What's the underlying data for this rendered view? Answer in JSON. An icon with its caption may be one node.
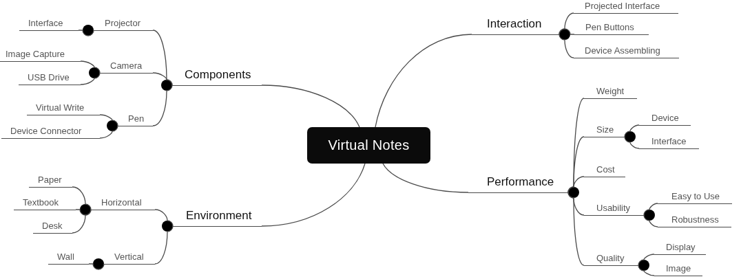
{
  "diagram": {
    "nodes": [
      {
        "text": [
          "Virtual Notes"
        ]
      },
      {
        "text": [
          "Components"
        ]
      },
      {
        "text": [
          "Projector"
        ]
      },
      {
        "text": [
          "Interface"
        ]
      },
      {
        "text": [
          "Camera"
        ]
      },
      {
        "text": [
          "Image Capture"
        ]
      },
      {
        "text": [
          "USB Drive"
        ]
      },
      {
        "text": [
          "Pen"
        ]
      },
      {
        "text": [
          "Virtual Write"
        ]
      },
      {
        "text": [
          "Device Connector"
        ]
      },
      {
        "text": [
          "Interaction"
        ]
      },
      {
        "text": [
          "Projected Interface"
        ]
      },
      {
        "text": [
          "Pen Buttons"
        ]
      },
      {
        "text": [
          "Device Assembling"
        ]
      },
      {
        "text": [
          "Environment"
        ]
      },
      {
        "text": [
          "Horizontal"
        ]
      },
      {
        "text": [
          "Paper"
        ]
      },
      {
        "text": [
          "Textbook"
        ]
      },
      {
        "text": [
          "Desk"
        ]
      },
      {
        "text": [
          "Vertical"
        ]
      },
      {
        "text": [
          "Wall"
        ]
      },
      {
        "text": [
          "Performance"
        ]
      },
      {
        "text": [
          "Weight"
        ]
      },
      {
        "text": [
          "Size"
        ]
      },
      {
        "text": [
          "Device"
        ]
      },
      {
        "text": [
          "Interface"
        ]
      },
      {
        "text": [
          "Cost"
        ]
      },
      {
        "text": [
          "Usability"
        ]
      },
      {
        "text": [
          "Easy to Use"
        ]
      },
      {
        "text": [
          "Robustness"
        ]
      },
      {
        "text": [
          "Quality"
        ]
      },
      {
        "text": [
          "Display"
        ]
      },
      {
        "text": [
          "Image"
        ]
      }
    ],
    "edges": [
      {
        "from": 0,
        "to": 1,
        "arrow": "none"
      },
      {
        "from": 1,
        "to": 2,
        "arrow": "none"
      },
      {
        "from": 2,
        "to": 3,
        "arrow": "none"
      },
      {
        "from": 1,
        "to": 4,
        "arrow": "none"
      },
      {
        "from": 4,
        "to": 5,
        "arrow": "none"
      },
      {
        "from": 4,
        "to": 6,
        "arrow": "none"
      },
      {
        "from": 1,
        "to": 7,
        "arrow": "none"
      },
      {
        "from": 7,
        "to": 8,
        "arrow": "none"
      },
      {
        "from": 7,
        "to": 9,
        "arrow": "none"
      },
      {
        "from": 0,
        "to": 10,
        "arrow": "none"
      },
      {
        "from": 10,
        "to": 11,
        "arrow": "none"
      },
      {
        "from": 10,
        "to": 12,
        "arrow": "none"
      },
      {
        "from": 10,
        "to": 13,
        "arrow": "none"
      },
      {
        "from": 0,
        "to": 14,
        "arrow": "none"
      },
      {
        "from": 14,
        "to": 15,
        "arrow": "none"
      },
      {
        "from": 15,
        "to": 16,
        "arrow": "none"
      },
      {
        "from": 15,
        "to": 17,
        "arrow": "none"
      },
      {
        "from": 15,
        "to": 18,
        "arrow": "none"
      },
      {
        "from": 14,
        "to": 19,
        "arrow": "none"
      },
      {
        "from": 19,
        "to": 20,
        "arrow": "none"
      },
      {
        "from": 0,
        "to": 21,
        "arrow": "none"
      },
      {
        "from": 21,
        "to": 22,
        "arrow": "none"
      },
      {
        "from": 21,
        "to": 23,
        "arrow": "none"
      },
      {
        "from": 23,
        "to": 24,
        "arrow": "none"
      },
      {
        "from": 23,
        "to": 25,
        "arrow": "none"
      },
      {
        "from": 21,
        "to": 26,
        "arrow": "none"
      },
      {
        "from": 21,
        "to": 27,
        "arrow": "none"
      },
      {
        "from": 27,
        "to": 28,
        "arrow": "none"
      },
      {
        "from": 27,
        "to": 29,
        "arrow": "none"
      },
      {
        "from": 21,
        "to": 30,
        "arrow": "none"
      },
      {
        "from": 30,
        "to": 31,
        "arrow": "none"
      },
      {
        "from": 30,
        "to": 32,
        "arrow": "none"
      }
    ]
  }
}
